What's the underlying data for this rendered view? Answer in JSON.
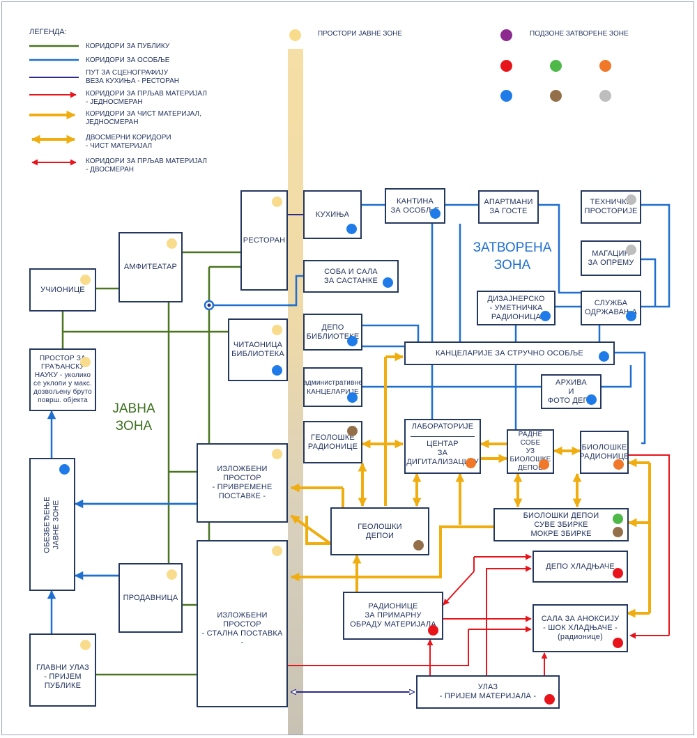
{
  "legend": {
    "title": "ЛЕГЕНДА:",
    "items": [
      {
        "text": "КОРИДОРИ ЗА ПУБЛИКУ"
      },
      {
        "text": "КОРИДОРИ ЗА ОСОБЉЕ"
      },
      {
        "text": "ПУТ ЗА СЦЕНОГРАФИЈУ\nВЕЗА КУХИЊА - РЕСТОРАН"
      },
      {
        "text": "КОРИДОРИ ЗА ПРЉАВ МАТЕРИЈАЛ\n- ЈЕДНОСМЕРАН"
      },
      {
        "text": "КОРИДОРИ ЗА ЧИСТ МАТЕРИЈАЛ,\nЈЕДНОСМЕРАН"
      },
      {
        "text": "ДВОСМЕРНИ КОРИДОРИ\n- ЧИСТ МАТЕРИЈАЛ"
      },
      {
        "text": "КОРИДОРИ ЗА ПРЉАВ МАТЕРИЈАЛ\n- ДВОСМЕРАН"
      }
    ],
    "public_zone_spaces": "ПРОСТОРИ ЈАВНЕ ЗОНЕ",
    "closed_zone_subzones": "ПОДЗОНЕ ЗАТВОРЕНЕ ЗОНЕ"
  },
  "colors": {
    "public": "#4a7420",
    "staff": "#1f6fcf",
    "scenography": "#2c2a8c",
    "dirty": "#e8141b",
    "clean": "#f0ad10",
    "box_border": "#24385f",
    "dot_public": "#f8dc8c",
    "dot_blue": "#1f7be8",
    "dot_red": "#e8141b",
    "dot_green": "#4eb848",
    "dot_orange": "#f07828",
    "dot_brown": "#94704a",
    "dot_gray": "#bdbdbd",
    "dot_purple": "#8d2a8f"
  },
  "zones": {
    "public": "ЈАВНА\nЗОНА",
    "closed": "ЗАТВОРЕНА\nЗОНА"
  },
  "rooms": {
    "restoran": "РЕСТОРАН",
    "amfiteatar": "АМФИТЕАТАР",
    "ucionice": "УЧИОНИЦЕ",
    "citaonica": "ЧИТАОНИЦА\nБИБЛИОТЕКА",
    "gradjanska_nauka": "ПРОСТОР ЗА\nГРАЂАНСКУ\nНАУКУ - уколико\nсе уклопи у макс.\nдозвољену бруто\nповрш. објекта",
    "obezbedjenje": "ОБЕЗБЕЂЕЊЕ\nЈАВНЕ ЗОНЕ",
    "glavni_ulaz": "ГЛАВНИ УЛАЗ\n- ПРИЈЕМ\nПУБЛИКЕ",
    "prodavnica": "ПРОДАВНИЦА",
    "izlozbeni_privremene": "ИЗЛОЖБЕНИ ПРОСТОР\n- ПРИВРЕМЕНЕ\nПОСТАВКЕ -",
    "izlozbeni_stalna": "ИЗЛОЖБЕНИ ПРОСТОР\n- СТАЛНА ПОСТАВКА -",
    "kuhinja": "КУХИЊА",
    "kantina": "КАНТИНА\nЗА ОСОБЉЕ",
    "apartmani": "АПАРТМАНИ\nЗА ГОСТЕ",
    "tehnicke": "ТЕХНИЧКЕ\nПРОСТОРИЈЕ",
    "magacin": "МАГАЦИН\nЗА ОПРЕМУ",
    "soba_sastanke": "СОБА И САЛА\nЗА САСТАНКЕ",
    "dizajnersko": "ДИЗАЈНЕРСКО\n- УМЕТНИЧКА\nРАДИОНИЦА",
    "sluzba": "СЛУЖБА\nОДРЖАВАЊА",
    "depo_biblioteke": "ДЕПО\nБИБЛИОТЕКЕ",
    "kancelarije_strucno": "КАНЦЕЛАРИЈЕ ЗА СТРУЧНО ОСОБЉЕ",
    "administrativne": "административне\nКАНЦЕЛАРИЈЕ",
    "arhiva": "АРХИВА\nИ\nФОТО ДЕПО",
    "geoloske_radionice": "ГЕОЛОШКЕ\nРАДИОНИЦЕ",
    "laboratorije": "ЛАБОРАТОРИЈЕ",
    "centar_digitalizaciju": "ЦЕНТАР\nЗА ДИГИТАЛИЗАЦИЈУ",
    "radne_sobe": "РАДНЕ СОБЕ\nУЗ БИОЛОШКЕ\nДЕПОЕ",
    "bioloske_radionice": "БИОЛОШКЕ\nРАДИОНИЦЕ",
    "geoloski_depoi": "ГЕОЛОШКИ\nДЕПОИ",
    "bioloski_depoi": "БИОЛОШКИ ДЕПОИ\nСУВЕ ЗБИРКЕ\nМОКРЕ ЗБИРКЕ",
    "depo_hladnjace": "ДЕПО ХЛАДЊАЧЕ",
    "radionice_primarnu": "РАДИОНИЦЕ\nЗА ПРИМАРНУ\nОБРАДУ МАТЕРИЈАЛА",
    "sala_anoksiju": "САЛА ЗА АНОКСИЈУ\n- ШОК ХЛАДЊАЧЕ -\n(радионице)",
    "ulaz_materijala": "УЛАЗ\n- ПРИЈЕМ МАТЕРИЈАЛА -"
  }
}
